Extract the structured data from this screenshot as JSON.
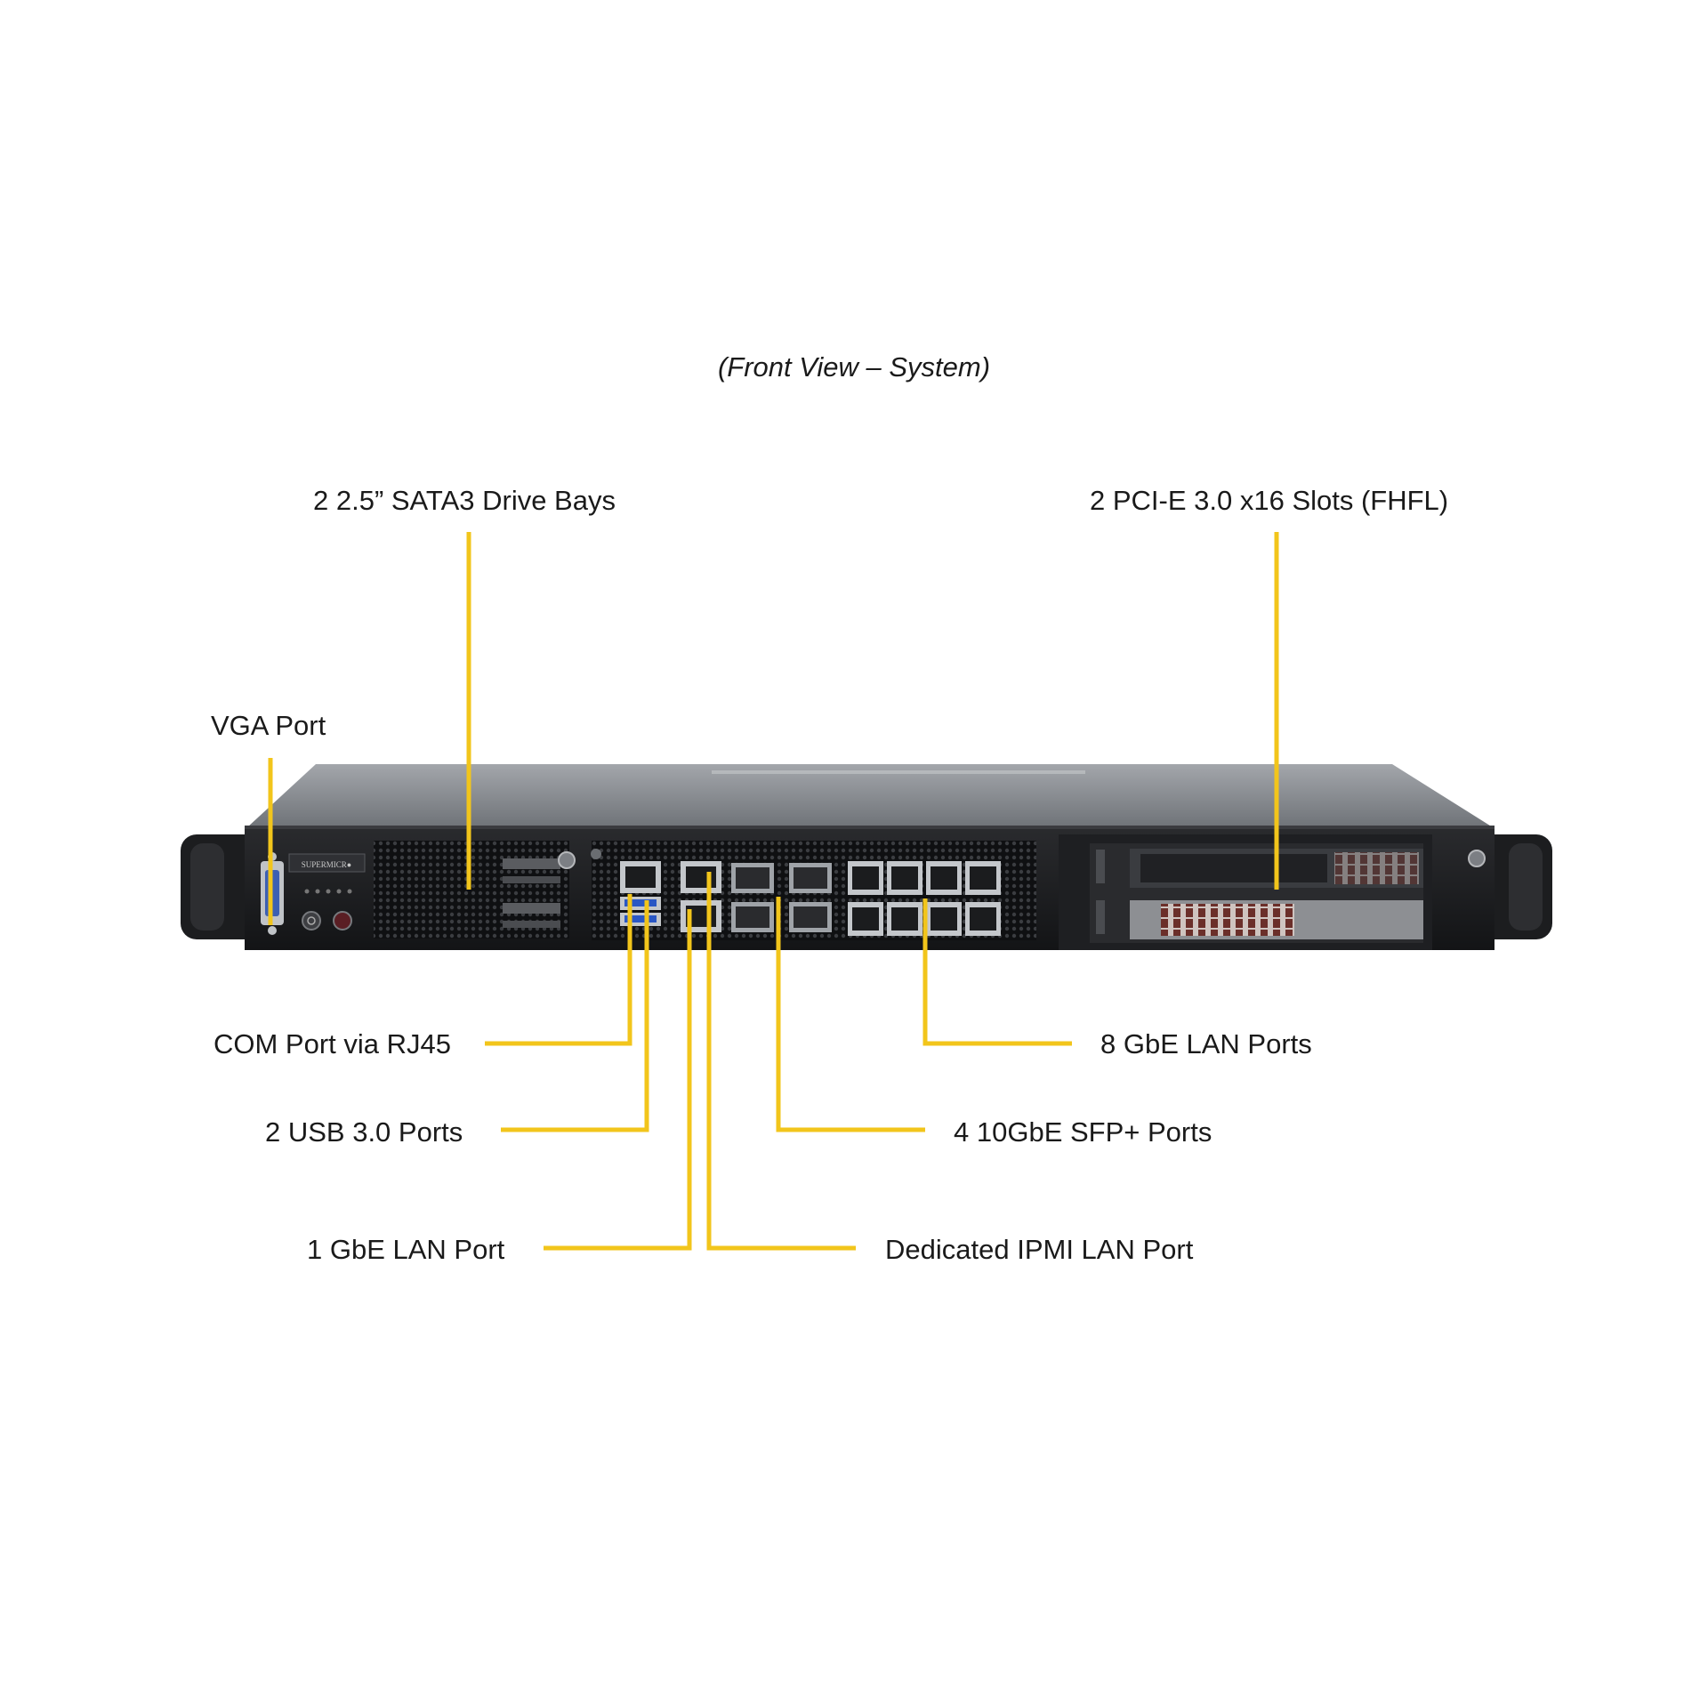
{
  "caption": "(Front View – System)",
  "callouts": {
    "drive_bays": "2 2.5” SATA3 Drive Bays",
    "pcie_slots": "2 PCI-E 3.0 x16 Slots (FHFL)",
    "vga_port": "VGA Port",
    "com_port": "COM Port via RJ45",
    "usb_ports": "2 USB 3.0 Ports",
    "gbe_lan_port": "1 GbE LAN Port",
    "lan_ports_8": "8 GbE LAN Ports",
    "sfp_ports": "4 10GbE SFP+ Ports",
    "ipmi_port": "Dedicated IPMI LAN Port"
  },
  "device": {
    "brand": "SUPERMICR●"
  },
  "colors": {
    "leader_line": "#f2c51b",
    "chassis_top": "#8f9399",
    "chassis_face": "#1b1c1e",
    "port_metal": "#b9bcc0"
  },
  "icons": {
    "power": "power-button-icon",
    "reset": "reset-button-icon"
  }
}
